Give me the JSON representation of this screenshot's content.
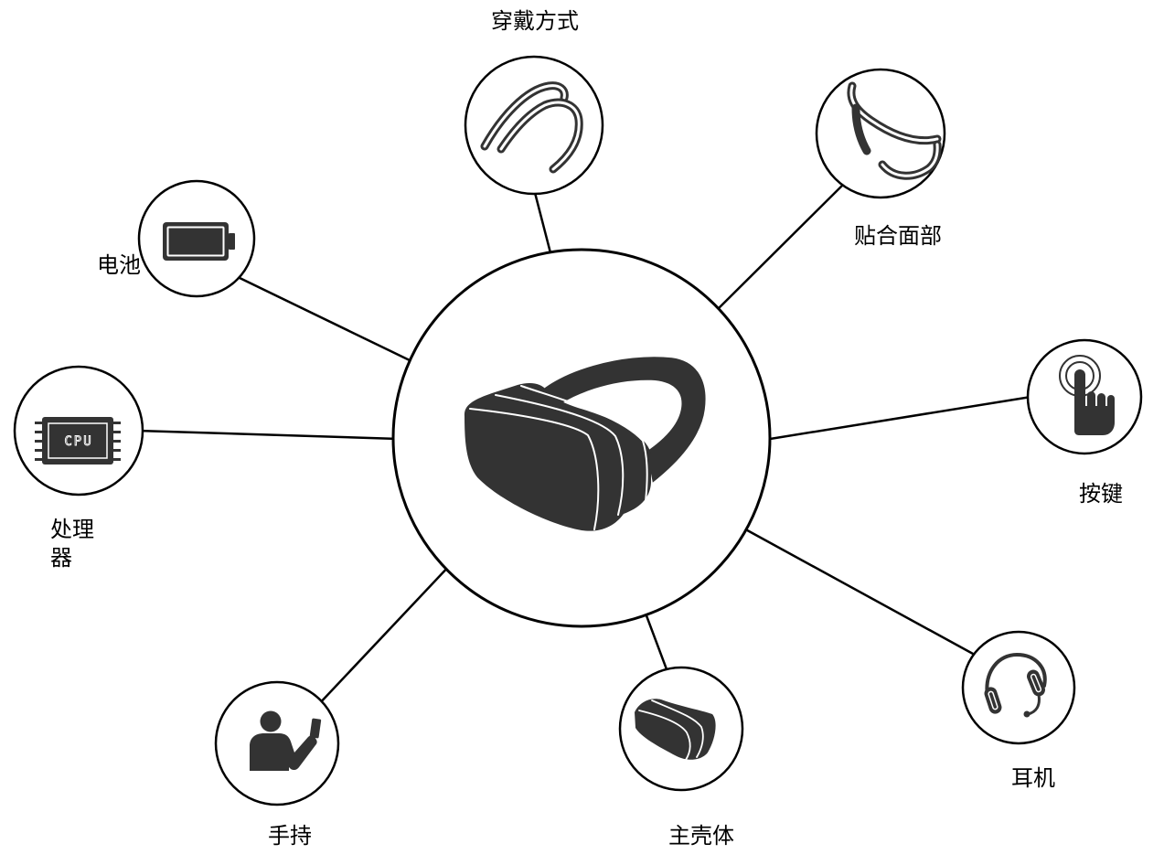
{
  "diagram": {
    "center": {
      "icon": "vr-headset-icon"
    },
    "nodes": [
      {
        "label": "穿戴方式",
        "icon": "headband-strap-icon"
      },
      {
        "label": "贴合面部",
        "icon": "face-cushion-icon"
      },
      {
        "label": "按键",
        "icon": "touch-button-icon"
      },
      {
        "label": "耳机",
        "icon": "headset-icon"
      },
      {
        "label": "主壳体",
        "icon": "vr-shell-icon"
      },
      {
        "label": "手持",
        "icon": "handheld-person-icon"
      },
      {
        "label": "处理器",
        "icon": "cpu-chip-icon",
        "chip_text": "CPU"
      },
      {
        "label": "电池",
        "icon": "battery-icon"
      }
    ]
  },
  "colors": {
    "background": "#ffffff",
    "line": "#000000",
    "icon": "#333333"
  }
}
